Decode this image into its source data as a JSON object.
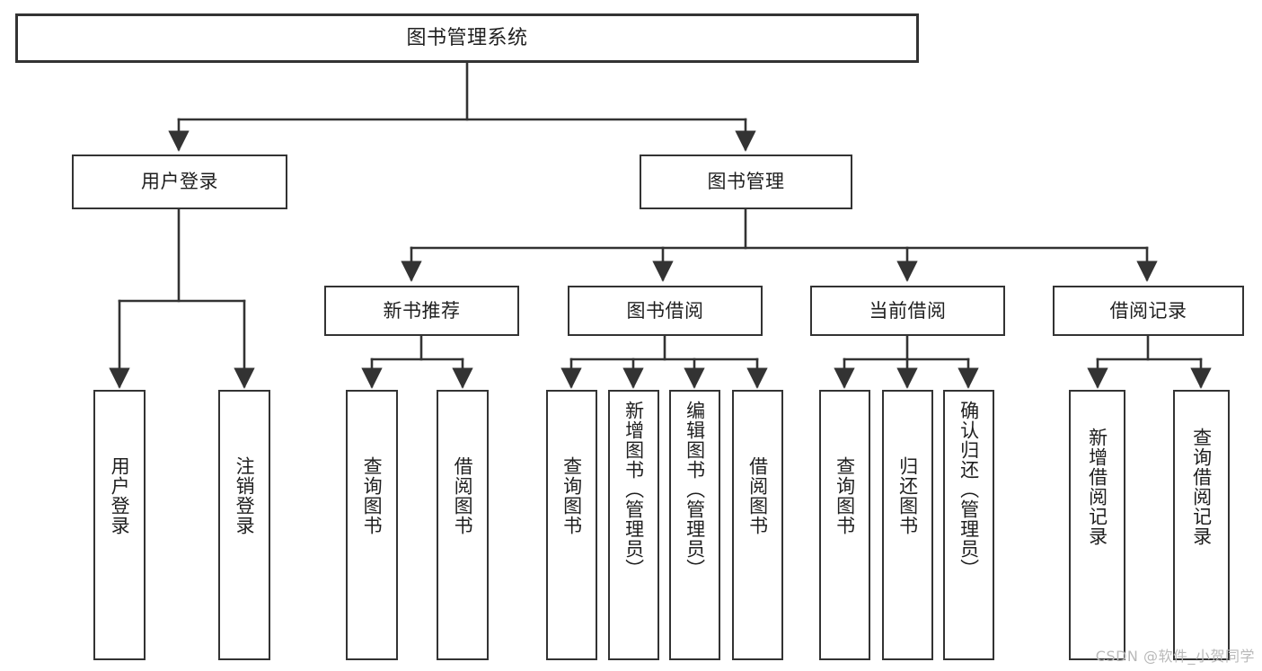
{
  "diagram": {
    "title": "图书管理系统",
    "watermark": "CSDN @软件_小贺同学",
    "line_color": "#333333",
    "box_fill": "#ffffff",
    "text_color": "#1f1f1f"
  },
  "nodes": {
    "root": {
      "label": "图书管理系统"
    },
    "level2": [
      {
        "id": "user-login",
        "label": "用户登录"
      },
      {
        "id": "book-manage",
        "label": "图书管理"
      }
    ],
    "level3": [
      {
        "id": "new-book-recommend",
        "label": "新书推荐"
      },
      {
        "id": "book-borrow",
        "label": "图书借阅"
      },
      {
        "id": "current-borrow",
        "label": "当前借阅"
      },
      {
        "id": "borrow-record",
        "label": "借阅记录"
      }
    ],
    "leaves": {
      "user_login": [
        {
          "id": "leaf-user-login",
          "label": "用户登录"
        },
        {
          "id": "leaf-logout",
          "label": "注销登录"
        }
      ],
      "new_book_recommend": [
        {
          "id": "leaf-query-book-1",
          "label": "查询图书"
        },
        {
          "id": "leaf-borrow-book-1",
          "label": "借阅图书"
        }
      ],
      "book_borrow": [
        {
          "id": "leaf-query-book-2",
          "label": "查询图书"
        },
        {
          "id": "leaf-add-book",
          "label": "新增图书（管理员）"
        },
        {
          "id": "leaf-edit-book",
          "label": "编辑图书（管理员）"
        },
        {
          "id": "leaf-borrow-book-2",
          "label": "借阅图书"
        }
      ],
      "current_borrow": [
        {
          "id": "leaf-query-book-3",
          "label": "查询图书"
        },
        {
          "id": "leaf-return-book",
          "label": "归还图书"
        },
        {
          "id": "leaf-confirm-return",
          "label": "确认归还（管理员）"
        }
      ],
      "borrow_record": [
        {
          "id": "leaf-add-record",
          "label": "新增借阅记录"
        },
        {
          "id": "leaf-query-record",
          "label": "查询借阅记录"
        }
      ]
    }
  },
  "chart_data": {
    "type": "tree-diagram",
    "title": "图书管理系统",
    "orientation": "top-down",
    "levels": 4,
    "tree": {
      "label": "图书管理系统",
      "children": [
        {
          "label": "用户登录",
          "children": [
            {
              "label": "用户登录"
            },
            {
              "label": "注销登录"
            }
          ]
        },
        {
          "label": "图书管理",
          "children": [
            {
              "label": "新书推荐",
              "children": [
                {
                  "label": "查询图书"
                },
                {
                  "label": "借阅图书"
                }
              ]
            },
            {
              "label": "图书借阅",
              "children": [
                {
                  "label": "查询图书"
                },
                {
                  "label": "新增图书（管理员）"
                },
                {
                  "label": "编辑图书（管理员）"
                },
                {
                  "label": "借阅图书"
                }
              ]
            },
            {
              "label": "当前借阅",
              "children": [
                {
                  "label": "查询图书"
                },
                {
                  "label": "归还图书"
                },
                {
                  "label": "确认归还（管理员）"
                }
              ]
            },
            {
              "label": "借阅记录",
              "children": [
                {
                  "label": "新增借阅记录"
                },
                {
                  "label": "查询借阅记录"
                }
              ]
            }
          ]
        }
      ]
    }
  }
}
